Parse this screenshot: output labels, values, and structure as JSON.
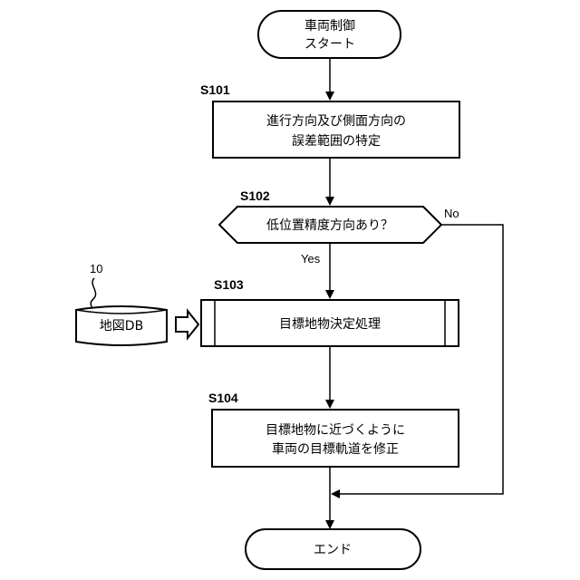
{
  "start": {
    "line1": "車両制御",
    "line2": "スタート"
  },
  "s101": {
    "label": "S101",
    "line1": "進行方向及び側面方向の",
    "line2": "誤差範囲の特定"
  },
  "s102": {
    "label": "S102",
    "text": "低位置精度方向あり？",
    "yes": "Yes",
    "no": "No"
  },
  "s103": {
    "label": "S103",
    "text": "目標地物決定処理"
  },
  "map_db": {
    "ref": "10",
    "text": "地図DB"
  },
  "s104": {
    "label": "S104",
    "line1": "目標地物に近づくように",
    "line2": "車両の目標軌道を修正"
  },
  "end": {
    "text": "エンド"
  }
}
